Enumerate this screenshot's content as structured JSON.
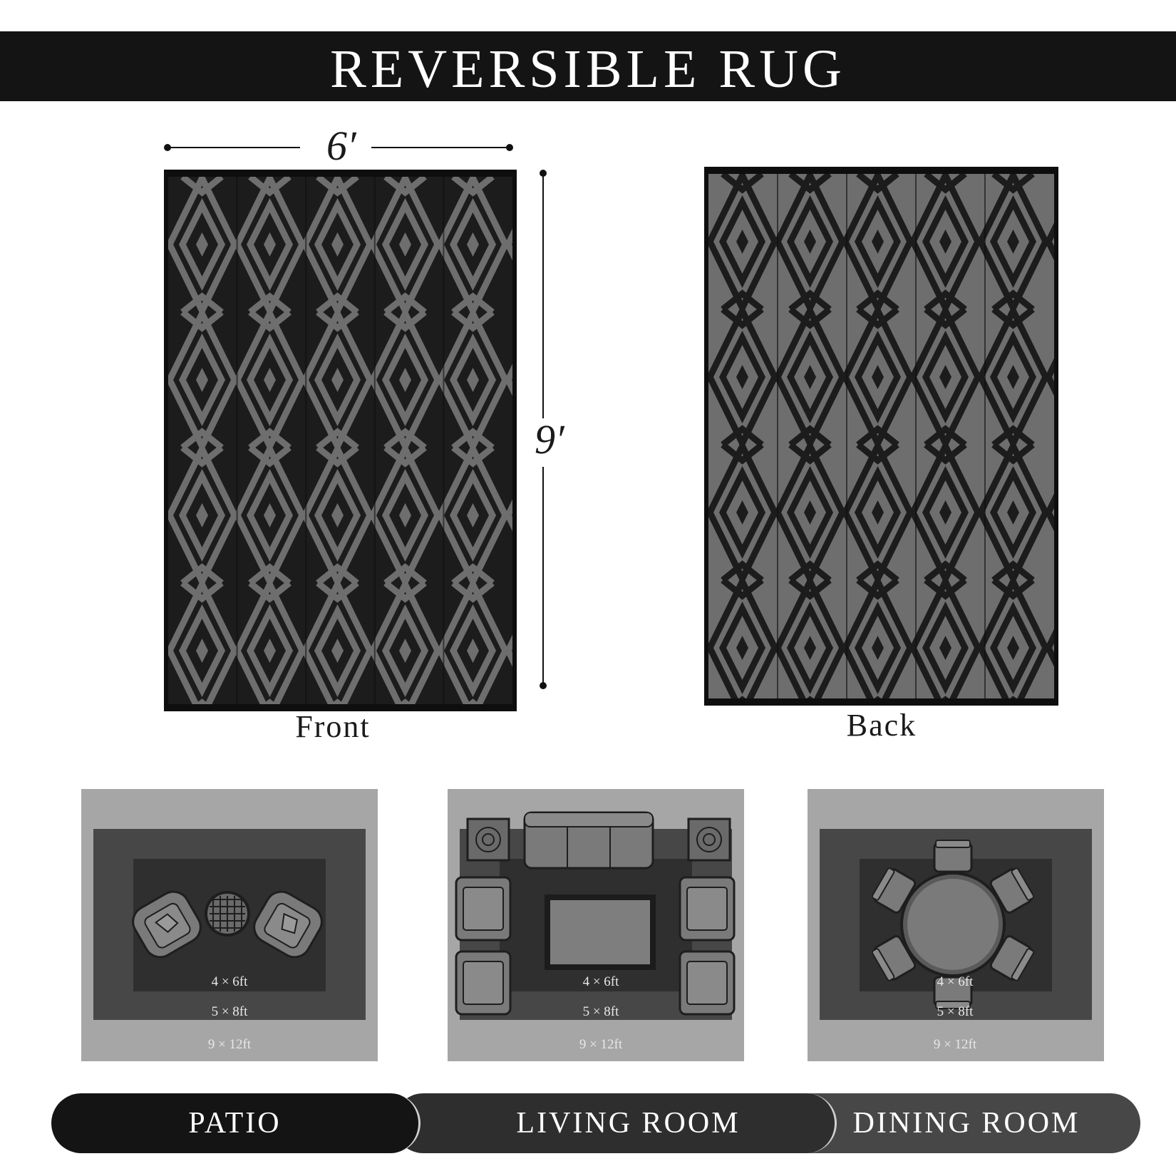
{
  "banner": {
    "title": "REVERSIBLE RUG"
  },
  "dimensions": {
    "width_label": "6′",
    "height_label": "9′"
  },
  "rugs": {
    "front": {
      "label": "Front",
      "colors": {
        "base": "#1c1c1c",
        "pattern": "#6e6e6e"
      }
    },
    "back": {
      "label": "Back",
      "colors": {
        "base": "#6e6e6e",
        "pattern": "#1c1c1c"
      }
    }
  },
  "rooms": [
    {
      "name": "patio",
      "sizes": [
        "4 × 6ft",
        "5 × 8ft",
        "9 × 12ft"
      ]
    },
    {
      "name": "living-room",
      "sizes": [
        "4 × 6ft",
        "5 × 8ft",
        "9 × 12ft"
      ]
    },
    {
      "name": "dining-room",
      "sizes": [
        "4 × 6ft",
        "5 × 8ft",
        "9 × 12ft"
      ]
    }
  ],
  "tabs": [
    {
      "label": "PATIO",
      "color": "#141414"
    },
    {
      "label": "LIVING ROOM",
      "color": "#2e2e2e"
    },
    {
      "label": "DINING ROOM",
      "color": "#474747"
    }
  ],
  "colors": {
    "outer_zone": "#a6a6a6",
    "mid_zone": "#474747",
    "inner_zone": "#2f2f2f",
    "furniture": "#7a7a7a",
    "furniture_stroke": "#1e1e1e"
  }
}
